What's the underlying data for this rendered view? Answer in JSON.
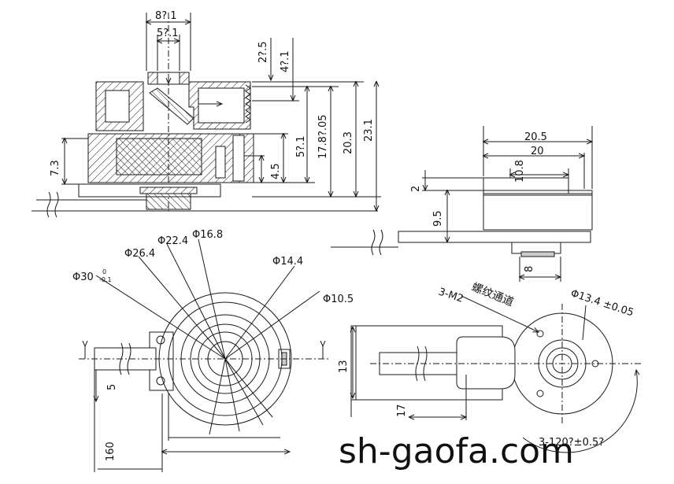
{
  "colors": {
    "line": "#1a1a1a",
    "hatch": "#1a1a1a",
    "fill_gray": "#dcdcdc",
    "background": "#ffffff"
  },
  "section_view": {
    "dims": {
      "w8": "8?.1",
      "w5": "5?.1",
      "h2_5": "2?.5",
      "h4_1": "4?.1",
      "h7_3": "7.3",
      "h5_1": "5?.1",
      "h17_8": "17.8?.05",
      "h20_3": "20.3",
      "h23_1": "23.1",
      "h4_5": "4.5"
    }
  },
  "side_view": {
    "dims": {
      "w20_5": "20.5",
      "w20": "20",
      "w10_8": "10.8",
      "h2": "2",
      "h9_5": "9.5",
      "w8": "8"
    }
  },
  "top_view": {
    "diameters": {
      "d30": "Φ30",
      "d30_tol_upper": "0",
      "d30_tol_lower": "-0.1",
      "d26_4": "Φ26.4",
      "d22_4": "Φ22.4",
      "d16_8": "Φ16.8",
      "d14_4": "Φ14.4",
      "d10_5": "Φ10.5"
    },
    "dims": {
      "w5": "5",
      "l160": "160"
    }
  },
  "bottom_view": {
    "labels": {
      "thread": "3-M2",
      "thread_cn": "螺纹通道",
      "d13_4": "Φ13.4 ±0.05",
      "h13": "13",
      "w17": "17",
      "angle": "3-120?±0.5?"
    }
  },
  "watermark": "sh-gaofa.com"
}
